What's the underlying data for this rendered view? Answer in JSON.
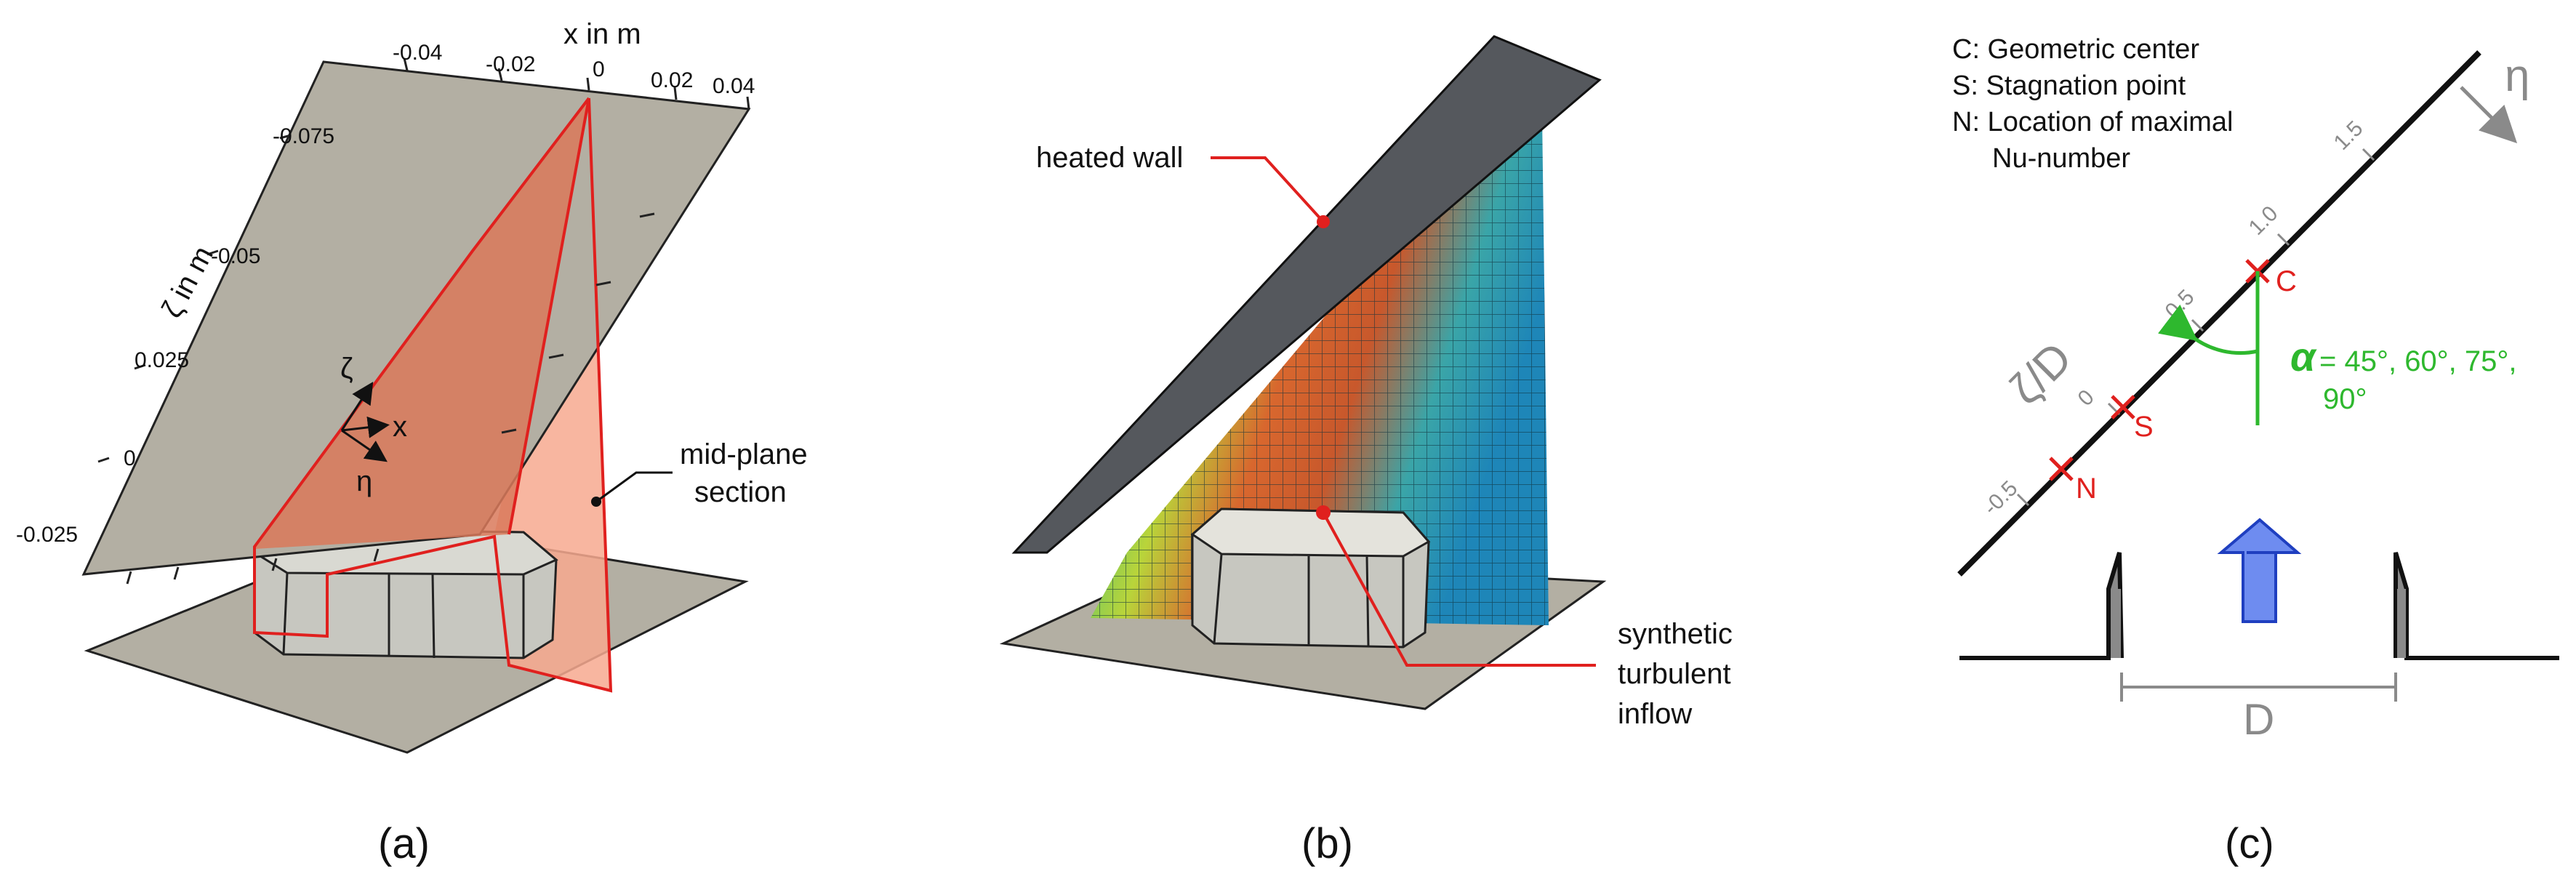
{
  "panel_a": {
    "x_axis_title": "x in m",
    "x_ticks": [
      "-0.04",
      "-0.02",
      "0",
      "0.02",
      "0.04"
    ],
    "zeta_axis_title": "ζ in m",
    "zeta_ticks": [
      "-0.075",
      "-0.05",
      "0.025",
      "0",
      "-0.025"
    ],
    "axis_zeta": "ζ",
    "axis_x": "x",
    "axis_eta": "η",
    "annotation": "mid-plane section",
    "annotation_line1": "mid-plane",
    "annotation_line2": "section",
    "caption": "(a)"
  },
  "panel_b": {
    "label_wall": "heated wall",
    "label_inflow_1": "synthetic",
    "label_inflow_2": "turbulent",
    "label_inflow_3": "inflow",
    "caption": "(b)"
  },
  "panel_c": {
    "legend_c": "C: Geometric center",
    "legend_s": "S: Stagnation point",
    "legend_n1": "N: Location of maximal",
    "legend_n2": "Nu-number",
    "scale_ticks": [
      "-0.5",
      "0",
      "0.5",
      "1.0",
      "1.5"
    ],
    "axis_label": "ζ/D",
    "eta_label": "η",
    "point_c": "C",
    "point_s": "S",
    "point_n": "N",
    "alpha_symbol": "α",
    "alpha_values_1": "= 45°, 60°, 75°,",
    "alpha_values_2": "90°",
    "dim_label": "D",
    "caption": "(c)"
  },
  "colors": {
    "plate": "#b3afa3",
    "midplane": "#e8604a",
    "red": "#e0201e",
    "green": "#2eb82e",
    "wall": "#55585d",
    "arrow": "#6e8cf0"
  }
}
